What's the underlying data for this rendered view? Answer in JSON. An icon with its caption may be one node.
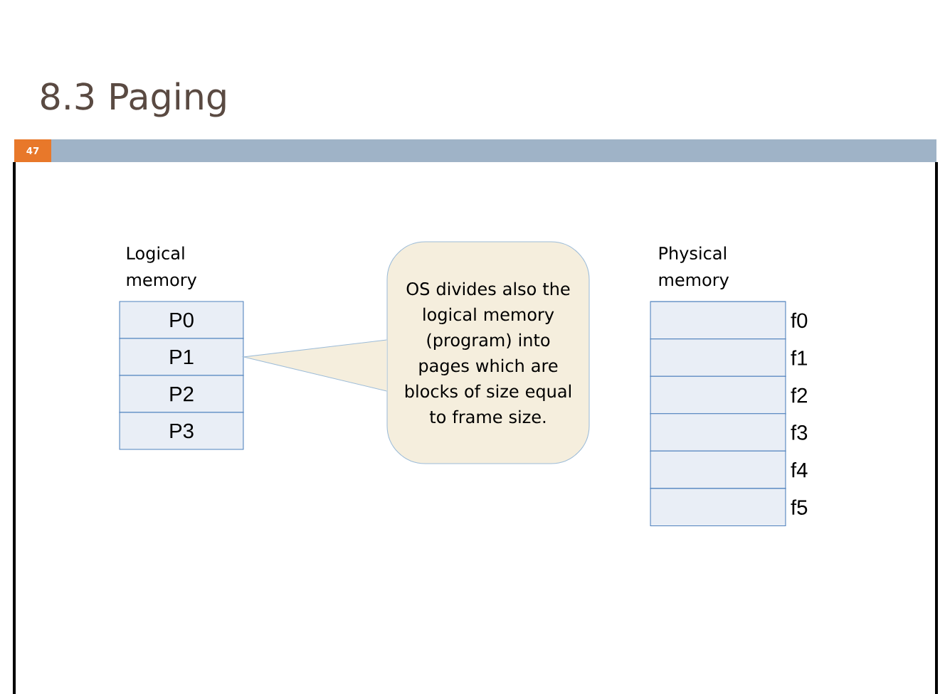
{
  "diagram": {
    "title": "8.3 Paging",
    "nodes": [
      {
        "text": [
          "P0"
        ]
      },
      {
        "text": [
          "P1"
        ]
      },
      {
        "text": [
          "P2"
        ]
      },
      {
        "text": [
          "P3"
        ]
      },
      {
        "text": [
          "OS divides also the logical memory (program) into pages which are blocks of size equal to frame size."
        ]
      },
      {
        "text": [],
        "shape": "box",
        "beside": [
          "f0"
        ]
      },
      {
        "text": [],
        "shape": "box",
        "beside": [
          "f1"
        ]
      },
      {
        "text": [],
        "shape": "box",
        "beside": [
          "f2"
        ]
      },
      {
        "text": [],
        "shape": "box",
        "beside": [
          "f3"
        ]
      },
      {
        "text": [],
        "shape": "box",
        "beside": [
          "f4"
        ]
      },
      {
        "text": [],
        "shape": "box",
        "beside": [
          "f5"
        ]
      }
    ],
    "labels": [
      "47",
      "Logical memory",
      "Physical memory"
    ]
  }
}
